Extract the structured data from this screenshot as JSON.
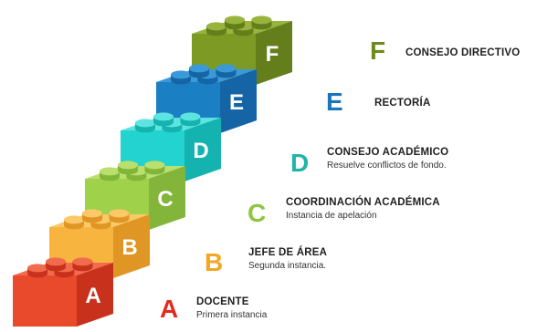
{
  "levels": [
    {
      "letter": "A",
      "title": "DOCENTE",
      "subtitle": "Primera instancia",
      "color": "#e32a1c",
      "front": "#e94a2b",
      "top": "#f26b4d",
      "side": "#c8321c"
    },
    {
      "letter": "B",
      "title": "JEFE DE ÁREA",
      "subtitle": "Segunda instancia.",
      "color": "#f5a623",
      "front": "#f7b540",
      "top": "#fbc968",
      "side": "#e09624"
    },
    {
      "letter": "C",
      "title": "COORDINACIÓN ACADÉMICA",
      "subtitle": "Instancia de apelación",
      "color": "#8dc63f",
      "front": "#9fd14a",
      "top": "#b9e06e",
      "side": "#82b53a"
    },
    {
      "letter": "D",
      "title": "CONSEJO ACADÉMICO",
      "subtitle": "Resuelve conflictos de fondo.",
      "color": "#1fb5a8",
      "front": "#22d3d0",
      "top": "#5ee4e0",
      "side": "#15b3b0"
    },
    {
      "letter": "E",
      "title": "RECTORÍA",
      "subtitle": "",
      "color": "#1b75bb",
      "front": "#1b7fc4",
      "top": "#3a9ad8",
      "side": "#1565a6"
    },
    {
      "letter": "F",
      "title": "CONSEJO DIRECTIVO",
      "subtitle": "",
      "color": "#6e8a1d",
      "front": "#7d9a25",
      "top": "#98b43c",
      "side": "#657e1c"
    }
  ]
}
